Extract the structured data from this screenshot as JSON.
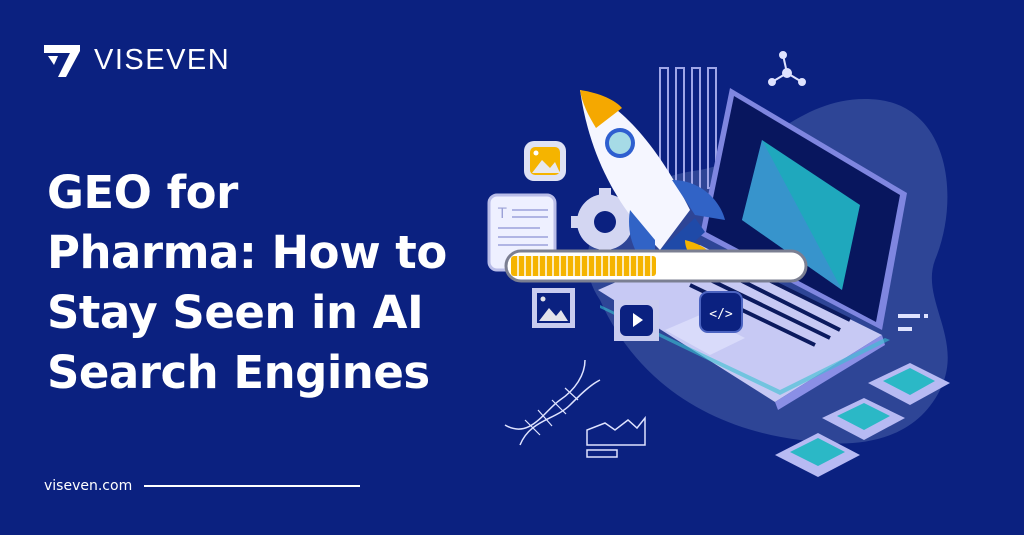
{
  "brand": {
    "name": "VISEVEN",
    "icon": "viseven-logo-mark"
  },
  "headline": {
    "lines": [
      "GEO for",
      "Pharma: How to",
      "Stay Seen in AI",
      "Search Engines"
    ]
  },
  "footer": {
    "website": "viseven.com"
  },
  "illustration": {
    "progress_fraction": 0.5,
    "code_icon_label": "</>",
    "colors": {
      "background": "#0b2180",
      "blob": "#2e4596",
      "accent_yellow": "#f5b400",
      "teal": "#22b8c8",
      "laptop": "#c7c9f4"
    }
  }
}
